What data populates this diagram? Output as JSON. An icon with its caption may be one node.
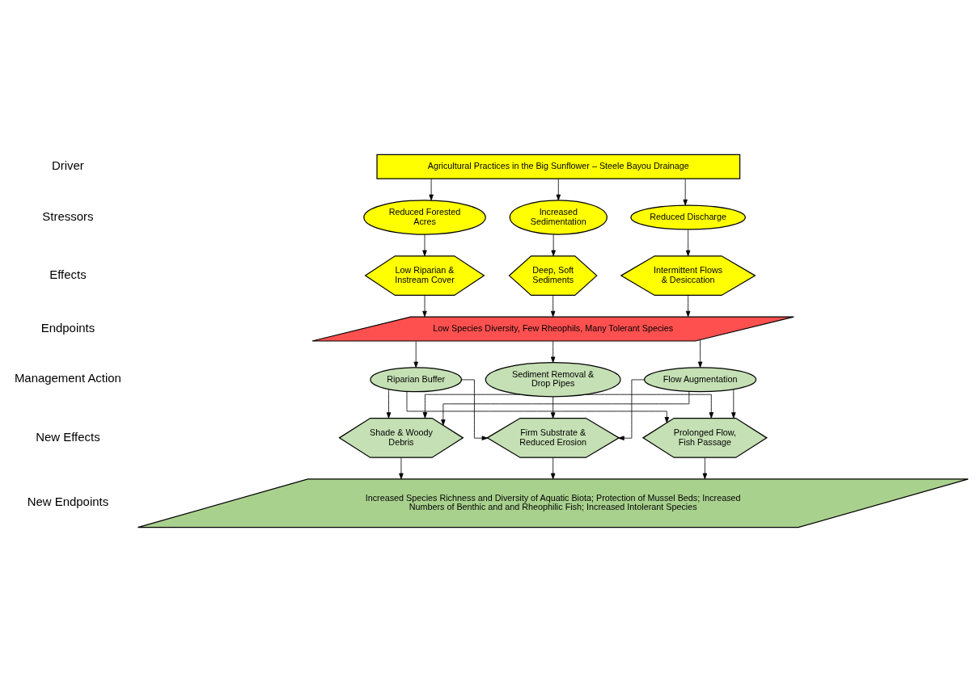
{
  "diagram": {
    "nodes": [
      {
        "text": [
          "Agricultural Practices in the Big Sunflower – Steele Bayou Drainage"
        ]
      },
      {
        "text": [
          "Reduced Forested Acres"
        ]
      },
      {
        "text": [
          "Increased Sedimentation"
        ]
      },
      {
        "text": [
          "Reduced Discharge"
        ]
      },
      {
        "text": [
          "Low Riparian & Instream Cover"
        ]
      },
      {
        "text": [
          "Deep, Soft Sediments"
        ]
      },
      {
        "text": [
          "Intermittent Flows & Desiccation"
        ]
      },
      {
        "text": [
          "Low Species Diversity, Few Rheophils, Many Tolerant Species"
        ]
      },
      {
        "text": [
          "Riparian Buffer"
        ]
      },
      {
        "text": [
          "Sediment Removal & Drop Pipes"
        ]
      },
      {
        "text": [
          "Flow Augmentation"
        ]
      },
      {
        "text": [
          "Shade & Woody Debris"
        ]
      },
      {
        "text": [
          "Firm Substrate & Reduced Erosion"
        ]
      },
      {
        "text": [
          "Prolonged Flow, Fish Passage"
        ]
      },
      {
        "text": [
          "Increased Species Richness and Diversity of Aquatic Biota; Protection of Mussel Beds; Increased Numbers of Benthic and and Rheophilic Fish; Increased Intolerant Species"
        ]
      }
    ],
    "edges": [
      {
        "from": 0,
        "to": 1,
        "arrow": "to"
      },
      {
        "from": 0,
        "to": 2,
        "arrow": "to"
      },
      {
        "from": 0,
        "to": 3,
        "arrow": "to"
      },
      {
        "from": 1,
        "to": 4,
        "arrow": "to"
      },
      {
        "from": 2,
        "to": 5,
        "arrow": "to"
      },
      {
        "from": 3,
        "to": 6,
        "arrow": "to"
      },
      {
        "from": 4,
        "to": 7,
        "arrow": "to"
      },
      {
        "from": 5,
        "to": 7,
        "arrow": "to"
      },
      {
        "from": 6,
        "to": 7,
        "arrow": "to"
      },
      {
        "from": 7,
        "to": 8,
        "arrow": "to"
      },
      {
        "from": 7,
        "to": 9,
        "arrow": "to"
      },
      {
        "from": 7,
        "to": 10,
        "arrow": "to"
      },
      {
        "from": 8,
        "to": 11,
        "arrow": "to"
      },
      {
        "from": 8,
        "to": 12,
        "arrow": "to"
      },
      {
        "from": 8,
        "to": 13,
        "arrow": "to"
      },
      {
        "from": 9,
        "to": 11,
        "arrow": "to"
      },
      {
        "from": 9,
        "to": 12,
        "arrow": "to"
      },
      {
        "from": 9,
        "to": 13,
        "arrow": "to"
      },
      {
        "from": 10,
        "to": 11,
        "arrow": "to"
      },
      {
        "from": 10,
        "to": 12,
        "arrow": "to"
      },
      {
        "from": 10,
        "to": 13,
        "arrow": "to"
      },
      {
        "from": 11,
        "to": 14,
        "arrow": "to"
      },
      {
        "from": 12,
        "to": 14,
        "arrow": "to"
      },
      {
        "from": 13,
        "to": 14,
        "arrow": "to"
      }
    ],
    "labels": [
      "Driver",
      "Stressors",
      "Effects",
      "Endpoints",
      "Management Action",
      "New Effects",
      "New Endpoints"
    ]
  }
}
